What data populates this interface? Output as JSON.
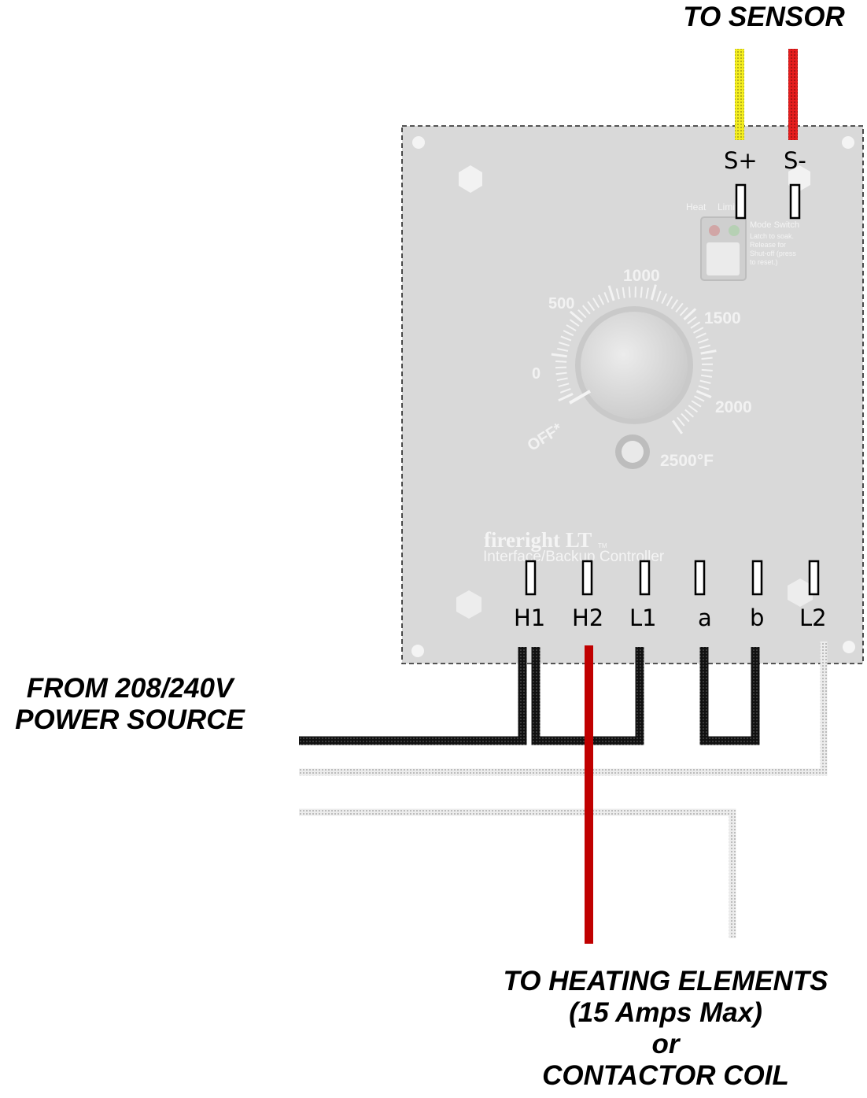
{
  "labels": {
    "to_sensor": "TO SENSOR",
    "power_source_line1": "FROM 208/240V",
    "power_source_line2": "POWER SOURCE",
    "heating_line1": "TO HEATING ELEMENTS",
    "heating_line2": "(15 Amps Max)",
    "heating_line3": "or",
    "heating_line4": "CONTACTOR COIL"
  },
  "sensor_terminals": {
    "s_plus": "S+",
    "s_minus": "S-"
  },
  "power_terminals": {
    "h1": "H1",
    "h2": "H2",
    "l1": "L1",
    "a": "a",
    "b": "b",
    "l2": "L2"
  },
  "panel": {
    "brand": "fireright LT",
    "brand_tm": "TM",
    "subtitle": "Interface/Backup Controller",
    "indicator_heat": "Heat",
    "indicator_limit": "Limit",
    "mode_switch_title": "Mode Switch",
    "mode_switch_desc": [
      "Latch to soak.",
      "Release for",
      "Shut-off (press",
      "to reset.)"
    ],
    "dial_labels": {
      "off": "OFF*",
      "zero": "0",
      "v500": "500",
      "v1000": "1000",
      "v1500": "1500",
      "v2000": "2000",
      "v2500": "2500°F"
    }
  },
  "wire_colors": {
    "sensor_positive": "#f2ea1c",
    "sensor_negative": "#e51c1c",
    "line_hot": "#111111",
    "load": "#c00000",
    "neutral": "#d6d6d6",
    "panel": "#d8d8d8"
  }
}
